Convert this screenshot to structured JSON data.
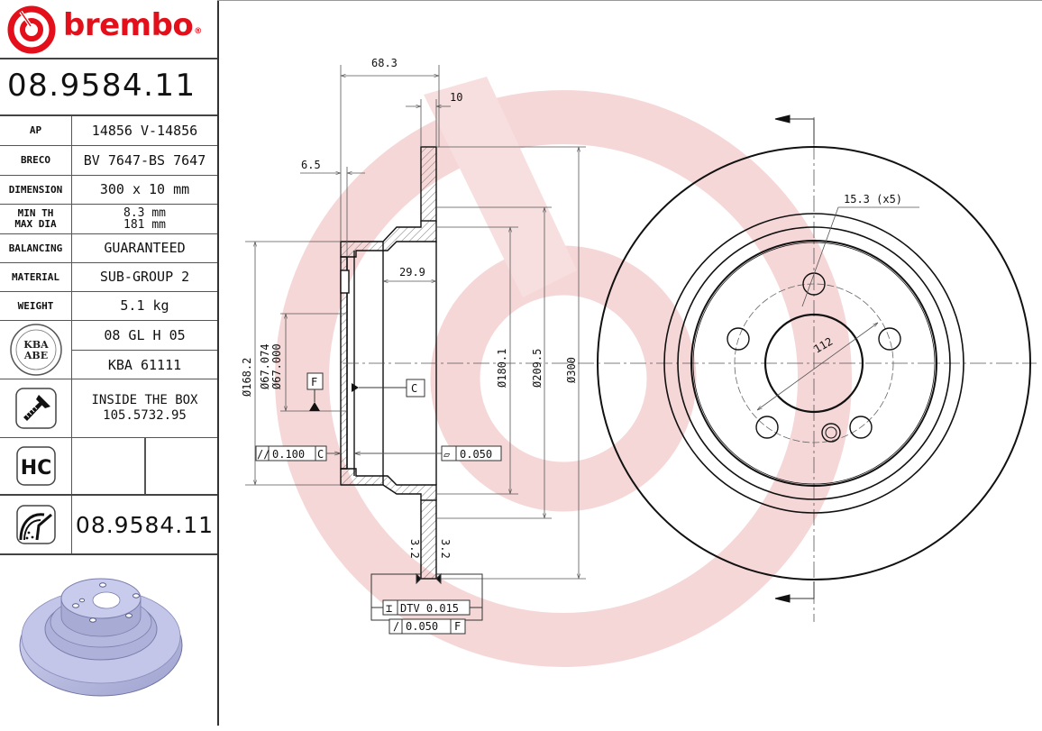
{
  "brand": {
    "name": "brembo",
    "registered_mark": "®",
    "color": "#e3101b"
  },
  "part_number": "08.9584.11",
  "specs": [
    {
      "label": "AP",
      "value": "14856 V-14856"
    },
    {
      "label": "BRECO",
      "value": "BV 7647-BS 7647"
    },
    {
      "label": "DIMENSION",
      "value": "300 x 10 mm"
    },
    {
      "label_lines": [
        "MIN TH",
        "MAX DIA"
      ],
      "value_lines": [
        "8.3 mm",
        "181 mm"
      ]
    },
    {
      "label": "BALANCING",
      "value": "GUARANTEED"
    },
    {
      "label": "MATERIAL",
      "value": "SUB-GROUP 2"
    },
    {
      "label": "WEIGHT",
      "value": "5.1 kg"
    }
  ],
  "kba": {
    "icon": "kba-abe-seal-icon",
    "icon_text_top": "KBA",
    "icon_text_bottom": "ABE",
    "values": [
      "08 GL H 05",
      "KBA 61111"
    ]
  },
  "screw": {
    "icon": "screw-icon",
    "lines": [
      "INSIDE THE BOX",
      "105.5732.95"
    ]
  },
  "hc": {
    "icon": "hc-coating-icon",
    "icon_text": "HC"
  },
  "disc_ref": {
    "icon": "brake-disc-caliper-icon",
    "value": "08.9584.11"
  },
  "render": {
    "icon": "brake-disc-3d-render",
    "color": "#b9bde0"
  },
  "drawing": {
    "watermark_color": "#f6d5d5",
    "section_view": {
      "dimensions": {
        "overall_height": "68.3",
        "disc_thickness": "10",
        "hat_wall": "6.5",
        "hat_depth": "29.9",
        "dia_hat_outer": "Ø168.2",
        "dia_center_bore_max": "Ø67.074",
        "dia_center_bore_min": "Ø67.000",
        "dia_inner_friction": "Ø180.1",
        "dia_hat_flange": "Ø209.5",
        "dia_outer": "Ø300"
      },
      "datums": {
        "F": "F",
        "C": "C"
      },
      "tolerances": {
        "parallelism": {
          "symbol": "//",
          "value": "0.100",
          "datum": "C"
        },
        "flatness": {
          "symbol": "▱",
          "value": "0.050"
        },
        "dtv": {
          "symbol": "⌶",
          "value": "DTV 0.015"
        },
        "runout": {
          "symbol": "/",
          "value": "0.050",
          "datum": "F"
        }
      },
      "roughness": [
        "3.2",
        "3.2"
      ]
    },
    "front_view": {
      "bolt_hole": "15.3 (x5)",
      "pcd": "112"
    }
  }
}
